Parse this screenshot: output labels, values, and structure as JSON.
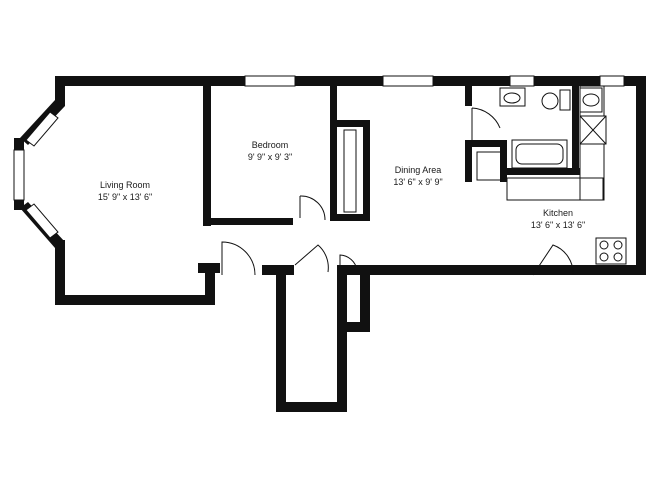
{
  "rooms": [
    {
      "id": "living",
      "name": "Living Room",
      "dims": "15' 9\" x 13' 6\""
    },
    {
      "id": "bedroom",
      "name": "Bedroom",
      "dims": "9' 9\" x 9' 3\""
    },
    {
      "id": "dining",
      "name": "Dining Area",
      "dims": "13' 6\" x 9' 9\""
    },
    {
      "id": "kitchen",
      "name": "Kitchen",
      "dims": "13' 6\" x 13' 6\""
    }
  ]
}
